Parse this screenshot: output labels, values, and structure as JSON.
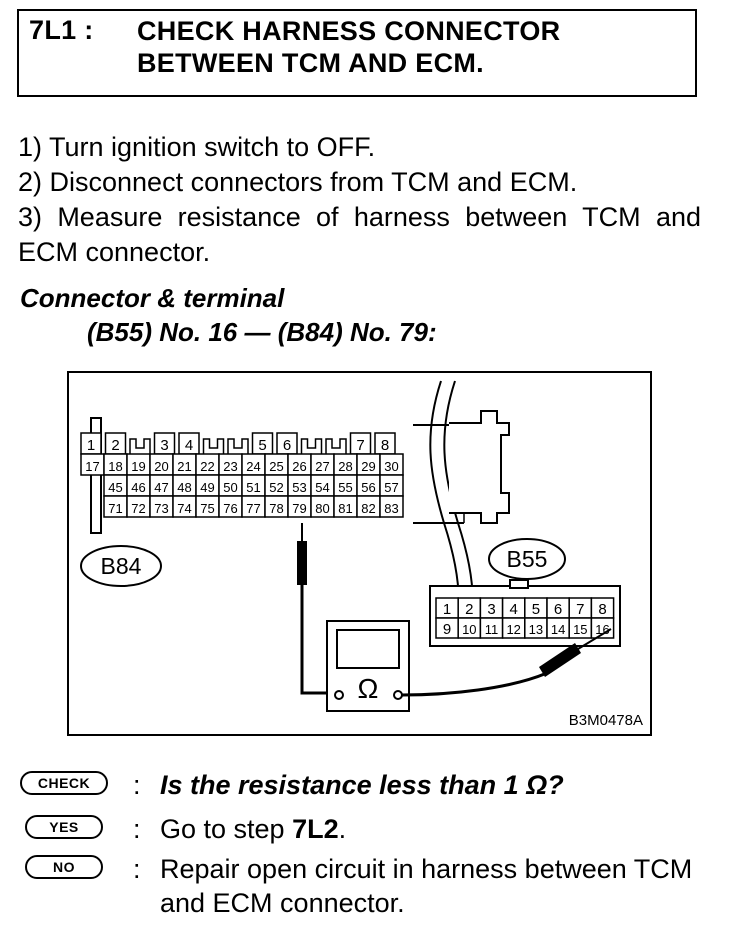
{
  "header": {
    "step_id": "7L1 :",
    "title_line1": "CHECK HARNESS CONNECTOR",
    "title_line2": "BETWEEN TCM AND ECM."
  },
  "instructions": [
    "1)  Turn ignition switch to OFF.",
    "2)  Disconnect connectors from TCM and ECM.",
    "3)  Measure resistance of harness between TCM and ECM connector."
  ],
  "connector": {
    "heading": "Connector & terminal",
    "spec": "(B55) No. 16 — (B84) No. 79:"
  },
  "diagram": {
    "b84_label": "B84",
    "b55_label": "B55",
    "meter_symbol": "Ω",
    "code": "B3M0478A",
    "b84_top_row": [
      "1",
      "2",
      "",
      "3",
      "4",
      "",
      "",
      "5",
      "6",
      "",
      "",
      "7",
      "8"
    ],
    "b84_row2": [
      "17",
      "18",
      "19",
      "20",
      "21",
      "22",
      "23",
      "24",
      "25",
      "26",
      "27",
      "28",
      "29",
      "30"
    ],
    "b84_row3": [
      "",
      "45",
      "46",
      "47",
      "48",
      "49",
      "50",
      "51",
      "52",
      "53",
      "54",
      "55",
      "56",
      "57"
    ],
    "b84_row4": [
      "",
      "71",
      "72",
      "73",
      "74",
      "75",
      "76",
      "77",
      "78",
      "79",
      "80",
      "81",
      "82",
      "83"
    ],
    "b55_row1": [
      "1",
      "2",
      "3",
      "4",
      "5",
      "6",
      "7",
      "8"
    ],
    "b55_row2": [
      "9",
      "10",
      "11",
      "12",
      "13",
      "14",
      "15",
      "16"
    ]
  },
  "check": {
    "check_label": "CHECK",
    "check_text": "Is the resistance less than 1 Ω?",
    "yes_label": "YES",
    "yes_text_prefix": "Go to step ",
    "yes_step": "7L2",
    "yes_text_suffix": ".",
    "no_label": "NO",
    "no_text": "Repair open circuit in harness between TCM and ECM connector."
  }
}
